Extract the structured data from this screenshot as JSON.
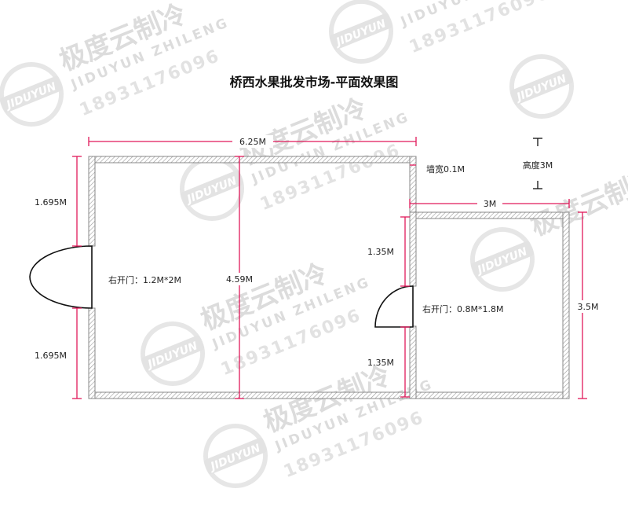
{
  "title": "桥西水果批发市场-平面效果图",
  "watermark": {
    "brand_cn": "极度云制冷",
    "brand_en": "JIDUYUN ZHILENG",
    "phone": "18931176096",
    "badge": "JIDUYUN"
  },
  "labels": {
    "width_total": "6.25M",
    "wall_thickness": "墙宽0.1M",
    "height": "高度3M",
    "small_width": "3M",
    "left_top": "1.695M",
    "left_bottom": "1.695M",
    "main_depth": "4.59M",
    "door_main": "右开门：1.2M*2M",
    "mid_top": "1.35M",
    "mid_bottom": "1.35M",
    "door_small": "右开门：0.8M*1.8M",
    "small_depth": "3.5M"
  },
  "colors": {
    "dimension": "#e0195a",
    "wall_stroke": "#888888",
    "watermark": "#dcdcdc"
  }
}
